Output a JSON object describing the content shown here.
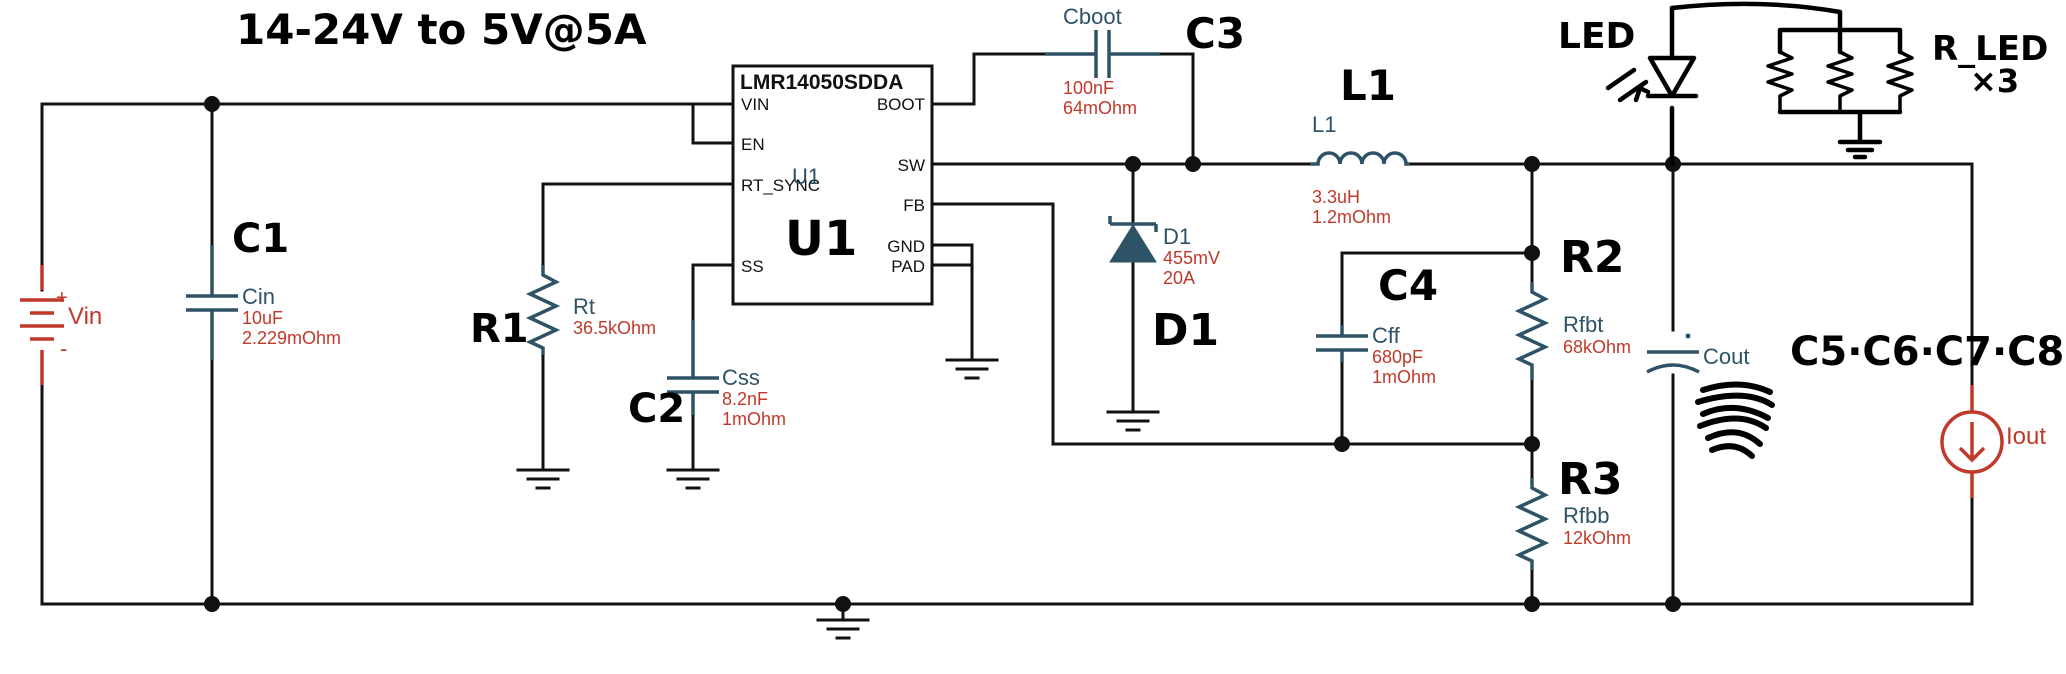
{
  "handwritten": {
    "title": "14-24V to 5V@5A",
    "c1": "C1",
    "r1": "R1",
    "c2": "C2",
    "u1": "U1",
    "c3": "C3",
    "l1": "L1",
    "d1": "D1",
    "c4": "C4",
    "r2": "R2",
    "r3": "R3",
    "led": "LED",
    "r_led": "R_LED",
    "times3": "×3",
    "c5_8": "C5·C6·C7·C8"
  },
  "ic": {
    "part": "LMR14050SDDA",
    "ref": "U1",
    "pins": {
      "vin": "VIN",
      "en": "EN",
      "rt_sync": "RT_SYNC",
      "ss": "SS",
      "boot": "BOOT",
      "sw": "SW",
      "fb": "FB",
      "gnd": "GND",
      "pad": "PAD"
    }
  },
  "components": {
    "vin": {
      "name": "Vin",
      "plus": "+",
      "minus": "-"
    },
    "cin": {
      "name": "Cin",
      "v1": "10uF",
      "v2": "2.229mOhm"
    },
    "rt": {
      "name": "Rt",
      "v1": "36.5kOhm"
    },
    "css": {
      "name": "Css",
      "v1": "8.2nF",
      "v2": "1mOhm"
    },
    "cboot": {
      "name": "Cboot",
      "v1": "100nF",
      "v2": "64mOhm"
    },
    "d1": {
      "name": "D1",
      "v1": "455mV",
      "v2": "20A"
    },
    "l1": {
      "name": "L1",
      "v1": "3.3uH",
      "v2": "1.2mOhm"
    },
    "cff": {
      "name": "Cff",
      "v1": "680pF",
      "v2": "1mOhm"
    },
    "rfbt": {
      "name": "Rfbt",
      "v1": "68kOhm"
    },
    "rfbb": {
      "name": "Rfbb",
      "v1": "12kOhm"
    },
    "cout": {
      "name": "Cout"
    },
    "iout": {
      "name": "Iout"
    }
  },
  "colors": {
    "wire": "#111111",
    "component": "#2e5366",
    "value": "#c0392b",
    "handwriting": "#000000"
  }
}
